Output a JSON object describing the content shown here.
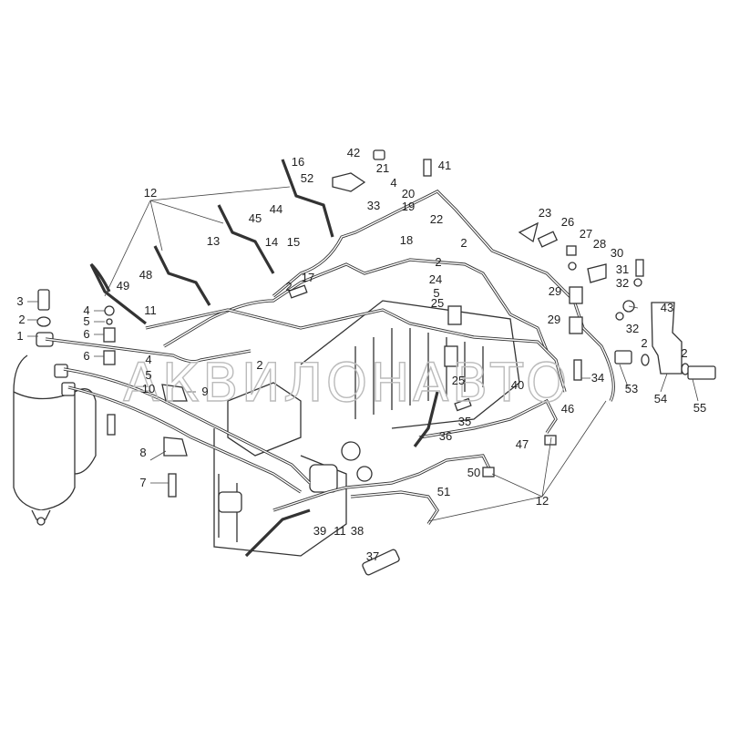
{
  "diagram": {
    "watermark": "АКВИЛОНАВТО",
    "callouts": [
      "12",
      "12",
      "16",
      "42",
      "52",
      "21",
      "41",
      "4",
      "20",
      "44",
      "33",
      "19",
      "45",
      "22",
      "23",
      "26",
      "27",
      "13",
      "14",
      "15",
      "18",
      "2",
      "28",
      "30",
      "48",
      "17",
      "2",
      "2",
      "24",
      "31",
      "32",
      "49",
      "5",
      "25",
      "3",
      "4",
      "29",
      "43",
      "2",
      "5",
      "11",
      "6",
      "29",
      "32",
      "1",
      "2",
      "2",
      "6",
      "2",
      "4",
      "5",
      "34",
      "25",
      "40",
      "53",
      "9",
      "10",
      "46",
      "54",
      "55",
      "35",
      "36",
      "47",
      "8",
      "50",
      "7",
      "51",
      "39",
      "11",
      "38",
      "37"
    ]
  }
}
